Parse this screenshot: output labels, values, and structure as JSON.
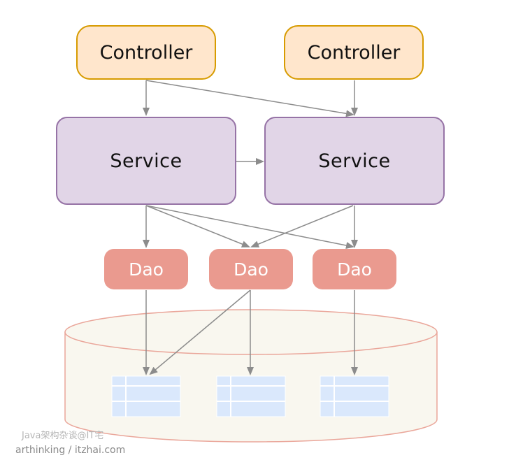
{
  "diagram": {
    "controllers": [
      {
        "label": "Controller"
      },
      {
        "label": "Controller"
      }
    ],
    "services": [
      {
        "label": "Service"
      },
      {
        "label": "Service"
      }
    ],
    "daos": [
      {
        "label": "Dao"
      },
      {
        "label": "Dao"
      },
      {
        "label": "Dao"
      }
    ],
    "database": {
      "tables": 3
    },
    "connections": [
      {
        "from": "controller-1",
        "to": "service-1"
      },
      {
        "from": "controller-1",
        "to": "service-2"
      },
      {
        "from": "controller-2",
        "to": "service-2"
      },
      {
        "from": "service-1",
        "to": "service-2"
      },
      {
        "from": "service-1",
        "to": "dao-1"
      },
      {
        "from": "service-1",
        "to": "dao-2"
      },
      {
        "from": "service-1",
        "to": "dao-3"
      },
      {
        "from": "service-2",
        "to": "dao-2"
      },
      {
        "from": "service-2",
        "to": "dao-3"
      },
      {
        "from": "dao-1",
        "to": "table-1"
      },
      {
        "from": "dao-2",
        "to": "table-1"
      },
      {
        "from": "dao-2",
        "to": "table-2"
      },
      {
        "from": "dao-3",
        "to": "table-3"
      }
    ]
  },
  "colors": {
    "controller_fill": "#ffe6cc",
    "controller_stroke": "#d79b00",
    "service_fill": "#e1d5e7",
    "service_stroke": "#9673a6",
    "dao_fill": "#ea9a8f",
    "database_fill": "#f9f7ef",
    "database_stroke": "#eaa69a",
    "table_fill": "#dae8fc",
    "arrow": "#8c8c8c"
  },
  "watermark": {
    "line1": "Java架构杂谈@IT宅",
    "line2": "arthinking / itzhai.com"
  }
}
